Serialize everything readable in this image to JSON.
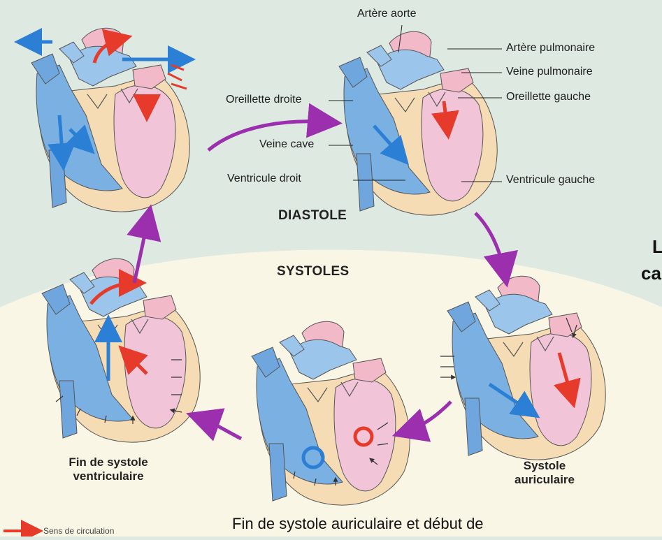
{
  "labels": {
    "artere_aorte": "Artère aorte",
    "artere_pulmonaire": "Artère pulmonaire",
    "veine_pulmonaire": "Veine pulmonaire",
    "oreillette_gauche": "Oreillette gauche",
    "oreillette_droite": "Oreillette droite",
    "veine_cave": "Veine cave",
    "ventricule_droit": "Ventricule droit",
    "ventricule_gauche": "Ventricule gauche"
  },
  "phases": {
    "diastole": "DIASTOLE",
    "systoles": "SYSTOLES",
    "systole_auriculaire_1": "Systole",
    "systole_auriculaire_2": "auriculaire",
    "fin_systole_ventriculaire_1": "Fin de systole",
    "fin_systole_ventriculaire_2": "ventriculaire",
    "fin_systole_auriculaire": "Fin de systole auriculaire et début de"
  },
  "legend": {
    "sens_circulation": "Sens de circulation"
  },
  "side_text": {
    "line1": "L",
    "line2": "ca"
  },
  "colors": {
    "background": "#dde9e1",
    "systole_band": "#faf6e6",
    "oxygenated": "#f2b9c9",
    "deoxygenated": "#6fa6dd",
    "muscle": "#f6dcb4",
    "cycle_arrow": "#9b2fae",
    "flow_red": "#e63a2b",
    "flow_blue": "#2b7fd4"
  }
}
